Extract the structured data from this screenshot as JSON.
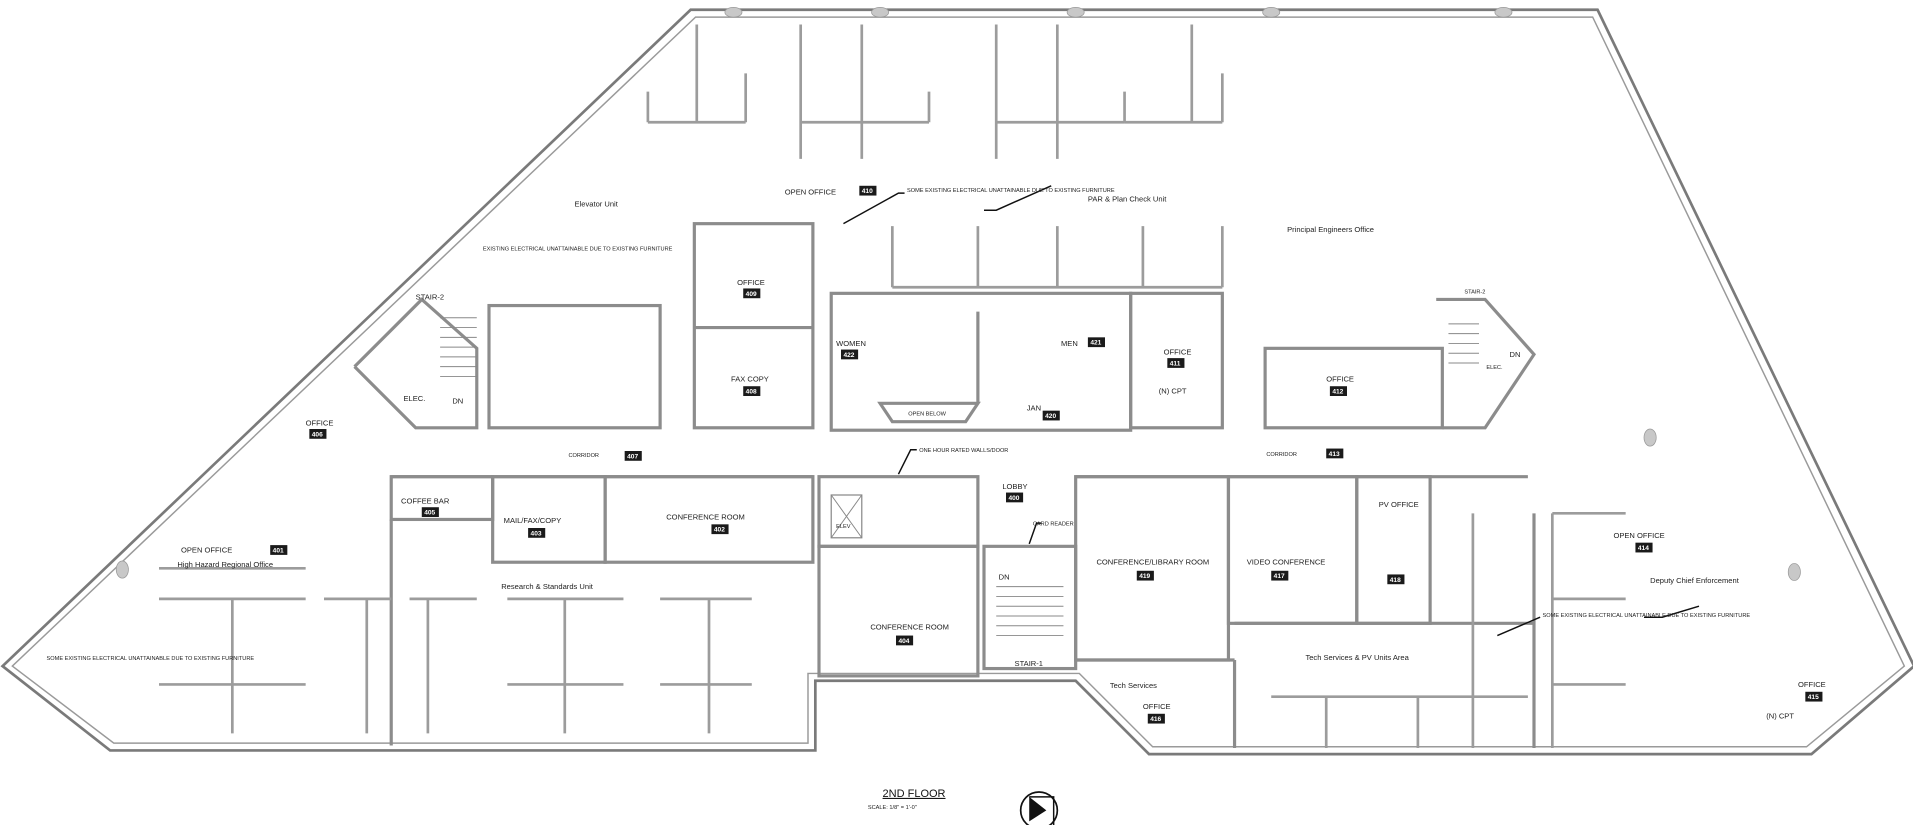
{
  "drawing": {
    "title": "2ND FLOOR",
    "scale": "SCALE: 1/8\" = 1'-0\"",
    "north_label": "N"
  },
  "rooms": {
    "open_office_top": {
      "label": "OPEN OFFICE",
      "number": "410"
    },
    "office_409": {
      "label": "OFFICE",
      "number": "409"
    },
    "fax_copy": {
      "label": "FAX COPY",
      "number": "408"
    },
    "women": {
      "label": "WOMEN",
      "number": "422"
    },
    "men": {
      "label": "MEN",
      "number": "421"
    },
    "jan": {
      "label": "JAN",
      "number": "420"
    },
    "office_411": {
      "label": "OFFICE",
      "number": "411",
      "note": "(N) CPT"
    },
    "office_412": {
      "label": "OFFICE",
      "number": "412"
    },
    "office_406": {
      "label": "OFFICE",
      "number": "406"
    },
    "corridor_left": {
      "label": "CORRIDOR",
      "number": "407"
    },
    "corridor_right": {
      "label": "CORRIDOR",
      "number": "413"
    },
    "coffee_bar": {
      "label": "COFFEE BAR",
      "number": "405"
    },
    "mail_fax_copy": {
      "label": "MAIL/FAX/COPY",
      "number": "403"
    },
    "conference_room": {
      "label": "CONFERENCE ROOM",
      "number": "402"
    },
    "open_office_left": {
      "label": "OPEN OFFICE",
      "number": "401"
    },
    "lobby": {
      "label": "LOBBY",
      "number": "400"
    },
    "conference_room_lower": {
      "label": "CONFERENCE ROOM",
      "number": "404"
    },
    "conference_library": {
      "label": "CONFERENCE/LIBRARY ROOM",
      "number": "419"
    },
    "video_conference": {
      "label": "VIDEO CONFERENCE",
      "number": "417"
    },
    "pv_office": {
      "label": "PV OFFICE",
      "number": "418"
    },
    "tech_office": {
      "label": "OFFICE",
      "number": "416"
    },
    "open_office_right": {
      "label": "OPEN OFFICE",
      "number": "414"
    },
    "office_far_right": {
      "label": "OFFICE",
      "number": "415",
      "note": "(N) CPT"
    }
  },
  "areas": {
    "elevator_unit": "Elevator Unit",
    "par_plan_check": "PAR & Plan Check Unit",
    "principal_engineers": "Principal Engineers Office",
    "high_hazard": "High Hazard Regional Office",
    "research_standards": "Research & Standards Unit",
    "deputy_chief": "Deputy Chief Enforcement",
    "tech_services": "Tech Services",
    "tech_pv_area": "Tech Services & PV Units Area"
  },
  "fixtures": {
    "stair_2_left": "STAIR-2",
    "stair_2_right": "STAIR-2",
    "stair_1": "STAIR-1",
    "elec_left": "ELEC.",
    "elec_right": "ELEC.",
    "dn_left": "DN",
    "dn_right": "DN",
    "dn_center": "DN",
    "elev": "ELEV",
    "open_below": "OPEN BELOW",
    "card_reader": "CARD READER"
  },
  "notes": {
    "electrical_top": "SOME EXISTING ELECTRICAL UNATTAINABLE DUE TO EXISTING FURNITURE",
    "electrical_elevator": "EXISTING ELECTRICAL UNATTAINABLE DUE TO EXISTING FURNITURE",
    "electrical_left": "SOME EXISTING ELECTRICAL UNATTAINABLE DUE TO EXISTING FURNITURE",
    "electrical_right": "SOME EXISTING ELECTRICAL UNATTAINABLE DUE TO EXISTING FURNITURE",
    "one_hour": "ONE HOUR RATED WALLS/DOOR"
  }
}
